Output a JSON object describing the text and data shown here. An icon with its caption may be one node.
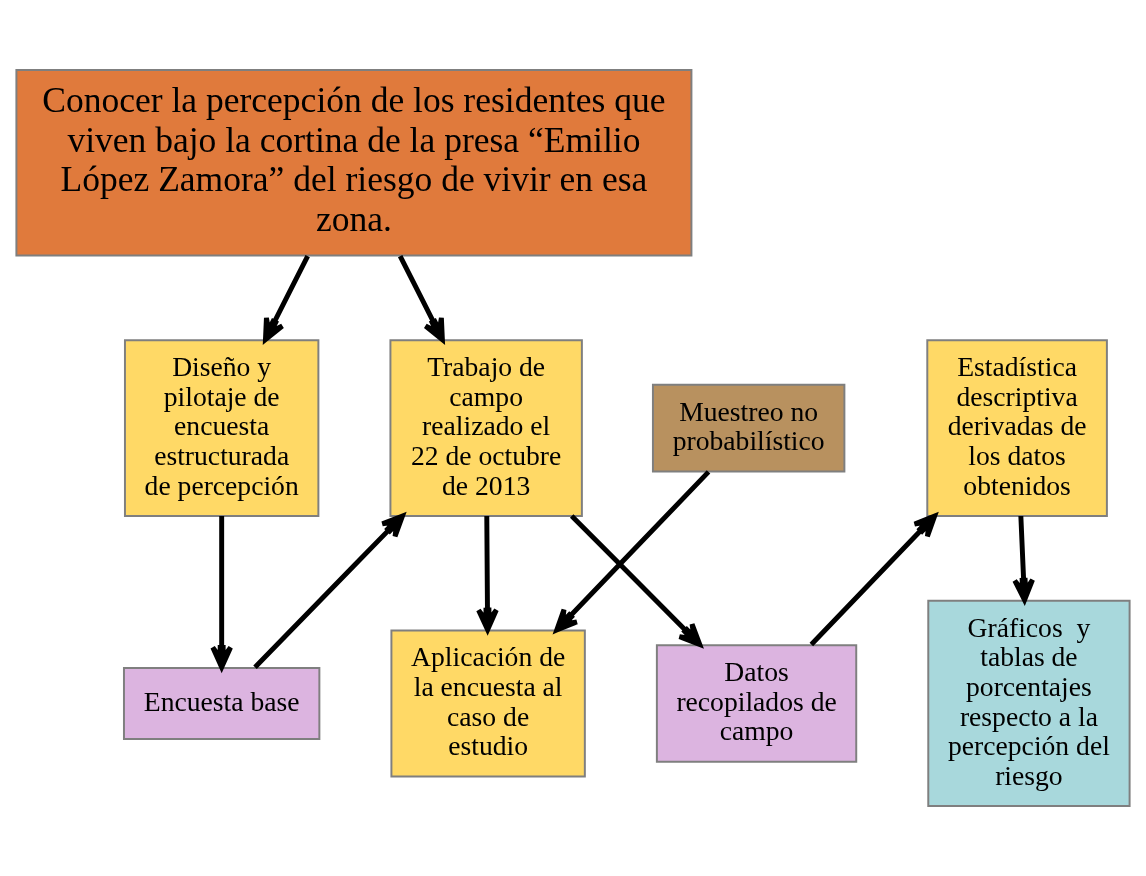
{
  "diagram": {
    "nodes": [
      {
        "text": [
          "Conocer la percepción de los residentes que viven bajo la cortina de la presa “Emilio López Zamora” del riesgo de vivir en esa zona."
        ]
      },
      {
        "text": [
          "Diseño y pilotaje de encuesta estructurada de percepción"
        ]
      },
      {
        "text": [
          "Trabajo de campo realizado el 22 de octubre de 2013"
        ]
      },
      {
        "text": [
          "Estadística descriptiva derivadas de los datos obtenidos"
        ]
      },
      {
        "text": [
          "Muestreo no probabilístico"
        ]
      },
      {
        "text": [
          "Aplicación de la encuesta al caso de estudio"
        ]
      },
      {
        "text": [
          "Encuesta base"
        ]
      },
      {
        "text": [
          "Datos recopilados de campo"
        ]
      },
      {
        "text": [
          "Gráficos  y tablas de porcentajes respecto a la percepción del riesgo"
        ]
      }
    ],
    "edges": [
      {
        "from": 0,
        "to": 1,
        "arrow": "to"
      },
      {
        "from": 0,
        "to": 2,
        "arrow": "to"
      },
      {
        "from": 1,
        "to": 6,
        "arrow": "to"
      },
      {
        "from": 6,
        "to": 2,
        "arrow": "to"
      },
      {
        "from": 2,
        "to": 5,
        "arrow": "to"
      },
      {
        "from": 2,
        "to": 7,
        "arrow": "to"
      },
      {
        "from": 4,
        "to": 5,
        "arrow": "to"
      },
      {
        "from": 7,
        "to": 3,
        "arrow": "to"
      },
      {
        "from": 3,
        "to": 8,
        "arrow": "to"
      }
    ]
  }
}
